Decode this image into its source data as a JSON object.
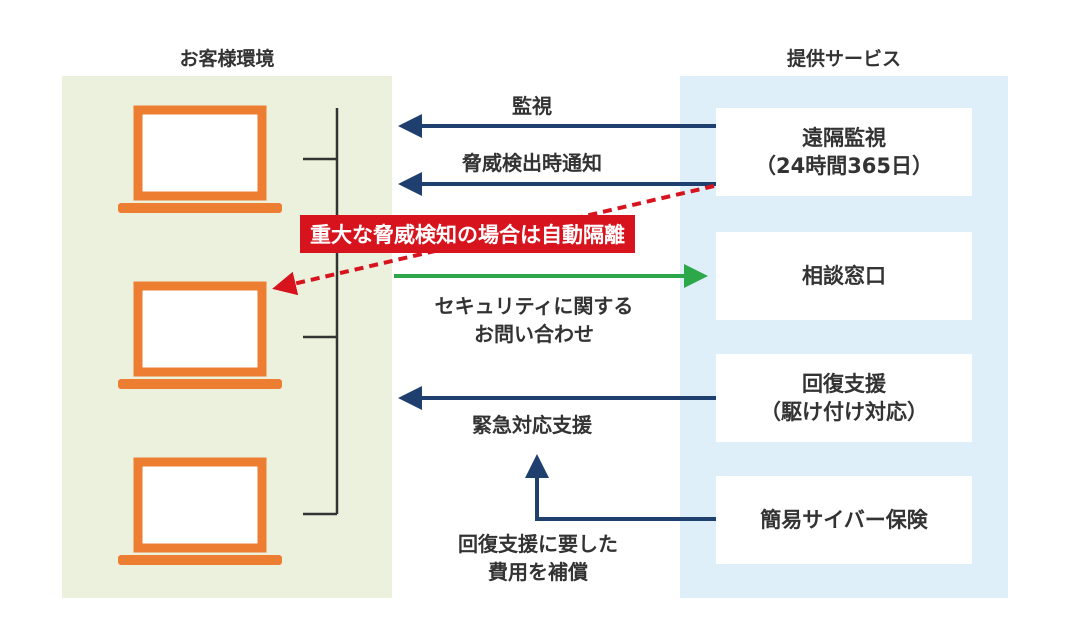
{
  "customer": {
    "title": "お客様環境"
  },
  "provider": {
    "title": "提供サービス"
  },
  "services": {
    "monitoring_line1": "遠隔監視",
    "monitoring_line2": "（24時間365日）",
    "consultation": "相談窓口",
    "recovery_line1": "回復支援",
    "recovery_line2": "（駆け付け対応）",
    "insurance": "簡易サイバー保険"
  },
  "flows": {
    "monitor": "監視",
    "threat_notify": "脅威検出時通知",
    "auto_isolation": "重大な脅威検知の場合は自動隔離",
    "inquiry_line1": "セキュリティに関する",
    "inquiry_line2": "お問い合わせ",
    "emergency": "緊急対応支援",
    "cost_line1": "回復支援に要した",
    "cost_line2": "費用を補償"
  },
  "colors": {
    "navy_arrow": "#1f3f6e",
    "green_arrow": "#2ca84a",
    "red_alert": "#d7141e",
    "laptop": "#ed7d31",
    "customer_bg": "#ebf1dd",
    "service_bg": "#dfeff9"
  }
}
